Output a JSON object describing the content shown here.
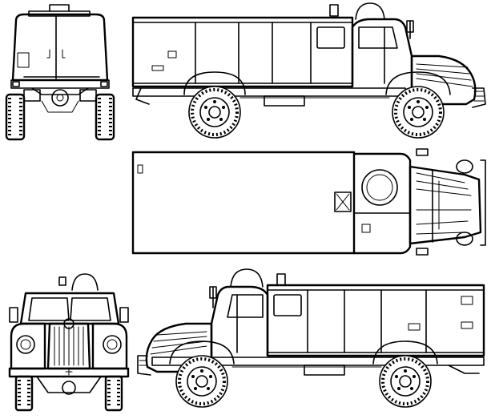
{
  "drawing": {
    "line_color": "#000000",
    "background": "#ffffff",
    "views": [
      {
        "id": "rear-view",
        "icon": "truck-rear-view"
      },
      {
        "id": "left-side-view",
        "icon": "truck-left-side-view"
      },
      {
        "id": "top-view",
        "icon": "truck-top-view"
      },
      {
        "id": "front-view",
        "icon": "truck-front-view"
      },
      {
        "id": "right-side-view",
        "icon": "truck-right-side-view"
      }
    ]
  }
}
